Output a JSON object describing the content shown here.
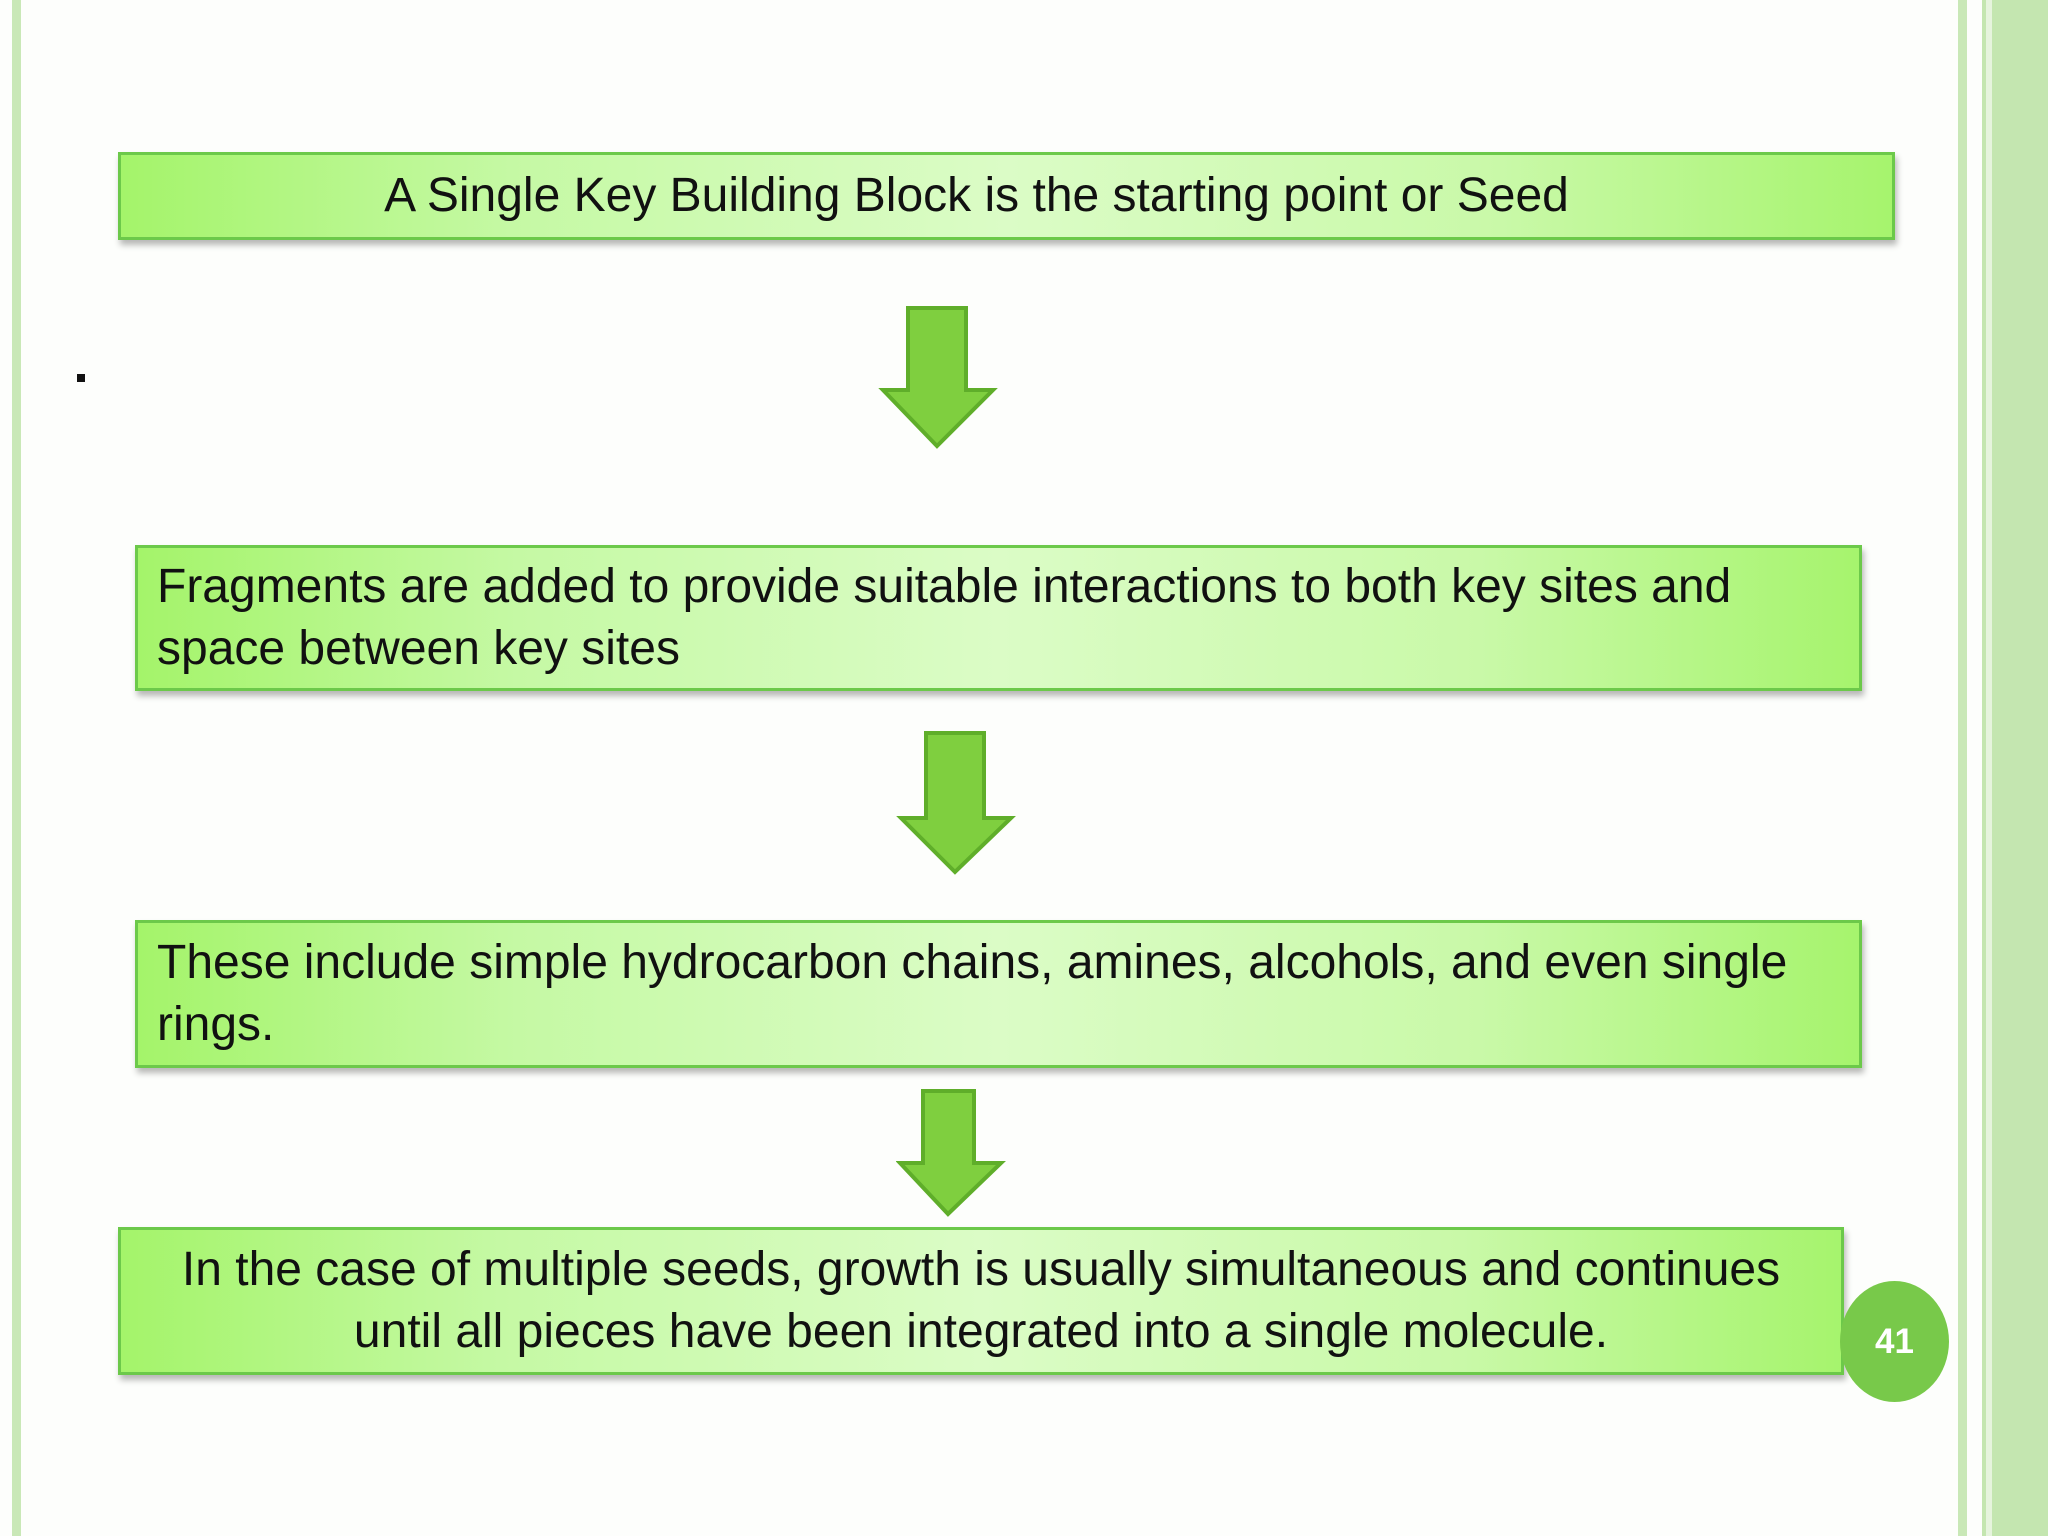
{
  "slide": {
    "bullet": "·",
    "page_number": "41"
  },
  "flow": {
    "steps": [
      {
        "text": "A Single Key Building Block is the starting point or Seed"
      },
      {
        "text": "Fragments are added to provide suitable interactions to both key sites and space between key sites"
      },
      {
        "text": "These  include simple hydrocarbon chains, amines, alcohols, and even single rings."
      },
      {
        "text": "In the case of multiple seeds, growth is usually simultaneous and continues until all pieces have been integrated into a single molecule."
      }
    ]
  },
  "colors": {
    "box_border": "#6cc94a",
    "box_fill_edge": "#a4f46a",
    "box_fill_center": "#dbfcc6",
    "arrow_fill": "#7fcf3f",
    "arrow_stroke": "#5fae2a",
    "badge": "#78c94a",
    "frame": "#c9e8b7"
  }
}
